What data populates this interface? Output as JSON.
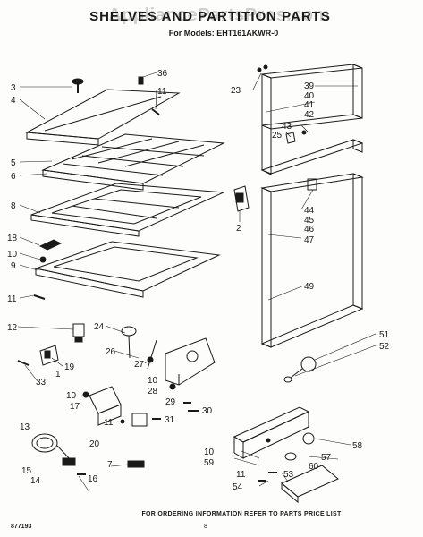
{
  "header": {
    "watermark": "AppliancePartsPros.com",
    "title": "SHELVES AND PARTITION PARTS",
    "model_line": "For Models: EHT161AKWR-0"
  },
  "footer": {
    "ordering_note": "FOR ORDERING INFORMATION REFER TO PARTS PRICE LIST",
    "doc_number": "877193",
    "page_number": "8"
  },
  "callouts": [
    "3",
    "4",
    "5",
    "6",
    "8",
    "18",
    "10",
    "9",
    "11",
    "36",
    "11",
    "12",
    "24",
    "19",
    "1",
    "33",
    "26",
    "27",
    "10",
    "28",
    "29",
    "30",
    "31",
    "10",
    "17",
    "11",
    "20",
    "13",
    "15",
    "14",
    "7",
    "16",
    "23",
    "39",
    "40",
    "41",
    "42",
    "43",
    "25",
    "44",
    "45",
    "46",
    "2",
    "47",
    "49",
    "51",
    "52",
    "58",
    "57",
    "10",
    "59",
    "60",
    "53",
    "11",
    "54"
  ],
  "colors": {
    "ink": "#1a1a1a",
    "paper": "#fdfdfb"
  }
}
